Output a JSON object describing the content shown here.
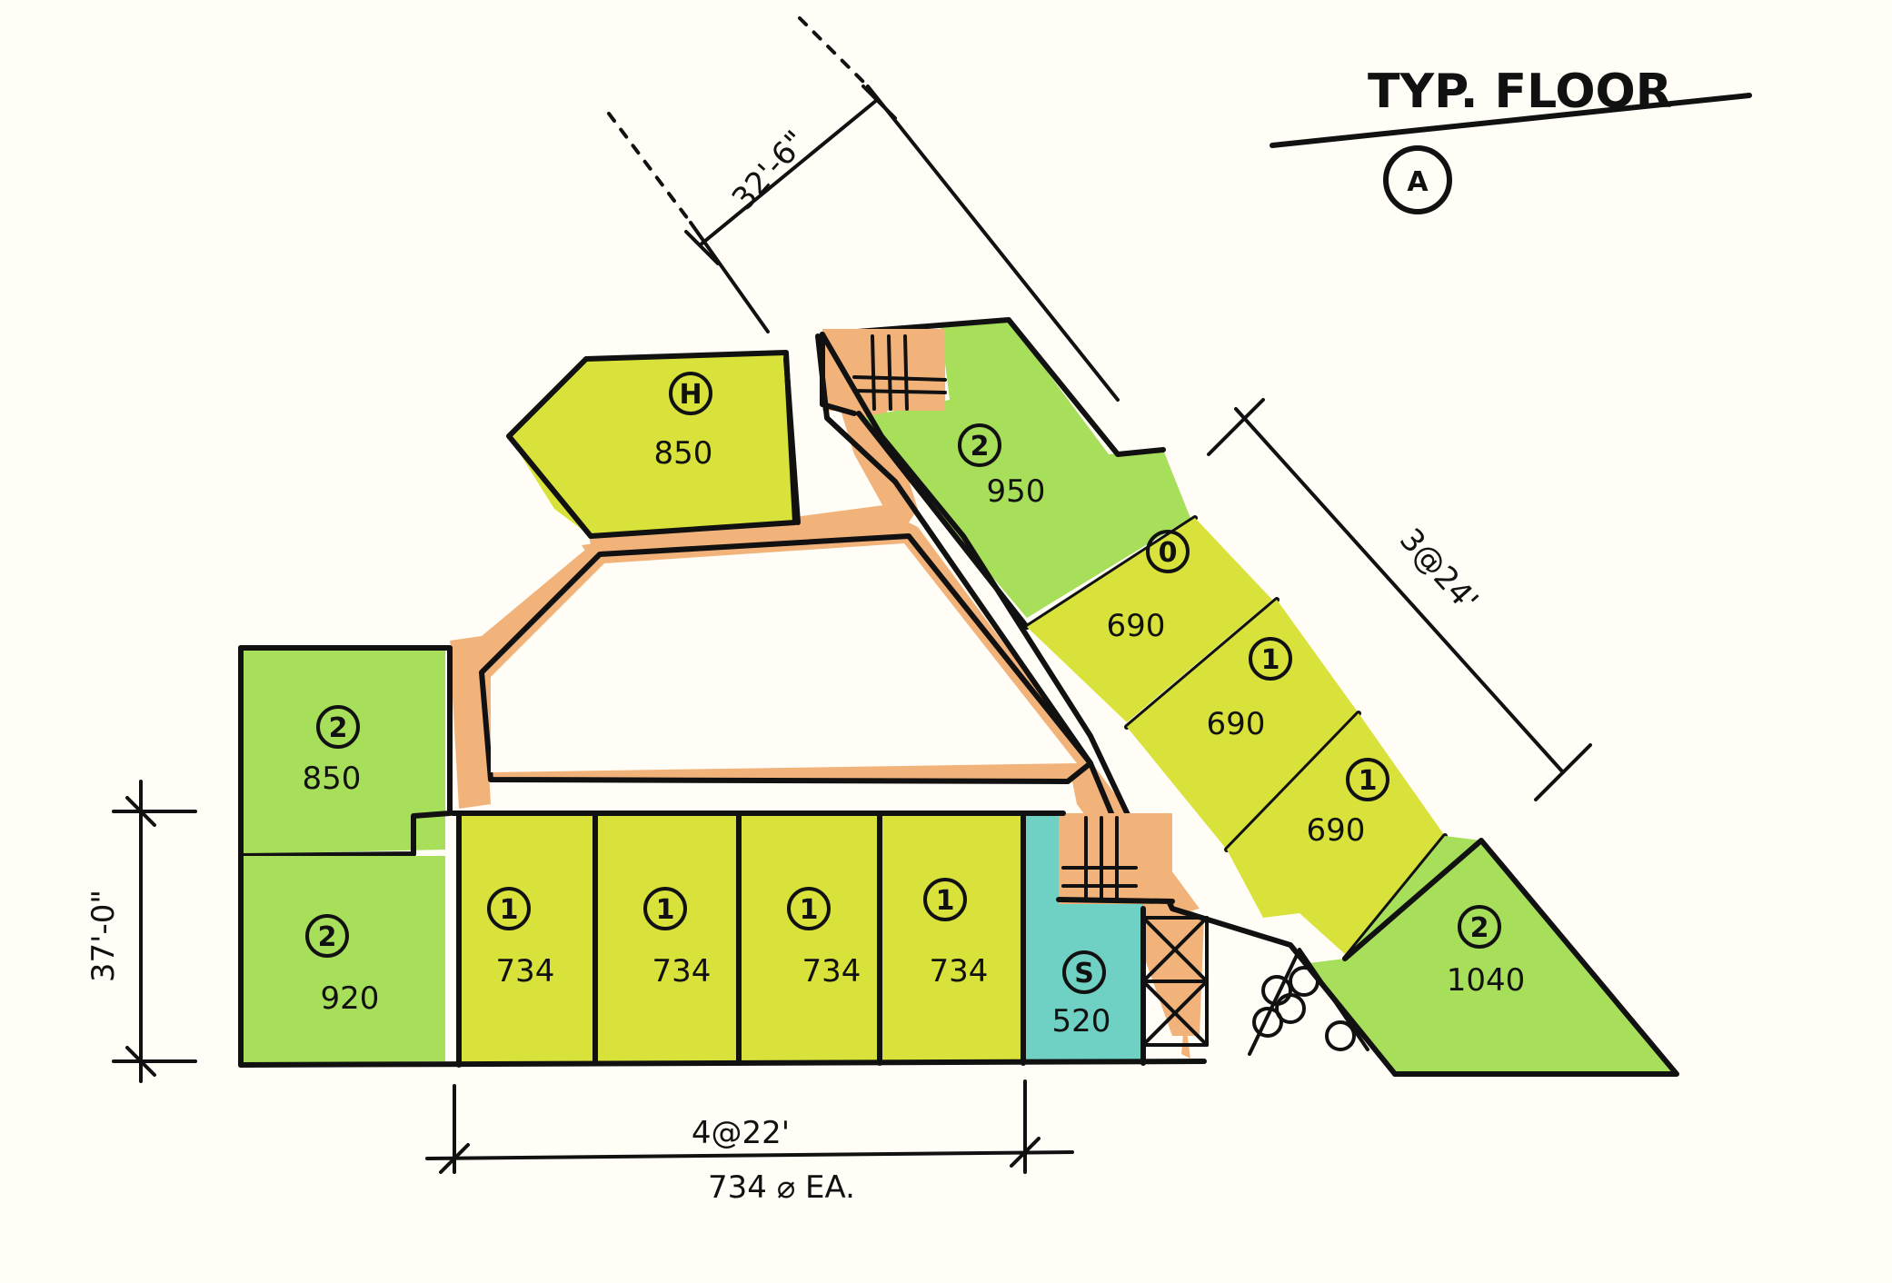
{
  "title": "TYP. FLOOR",
  "title_tag": "A",
  "dimensions": {
    "diagonal_top": "32'-6\"",
    "diagonal_right": "3@24'",
    "left_height": "37'-0\"",
    "bottom_span": "4@22'",
    "bottom_note": "734 ⌀ EA."
  },
  "units": {
    "top_left": {
      "tag": "H",
      "area": "850"
    },
    "top_right": {
      "tag": "2",
      "area": "950"
    },
    "right_1": {
      "tag": "0",
      "area": "690"
    },
    "right_2": {
      "tag": "1",
      "area": "690"
    },
    "right_3": {
      "tag": "1",
      "area": "690"
    },
    "right_end": {
      "tag": "2",
      "area": "1040"
    },
    "left_top": {
      "tag": "2",
      "area": "850"
    },
    "left_bot": {
      "tag": "2",
      "area": "920"
    },
    "bottom_1": {
      "tag": "1",
      "area": "734"
    },
    "bottom_2": {
      "tag": "1",
      "area": "734"
    },
    "bottom_3": {
      "tag": "1",
      "area": "734"
    },
    "bottom_4": {
      "tag": "1",
      "area": "734"
    },
    "studio": {
      "tag": "S",
      "area": "520"
    }
  },
  "colors": {
    "unit_one_bedroom": "#d9e23a",
    "unit_two_bedroom": "#a8df5a",
    "corridor": "#f2b37a",
    "studio": "#6fd0c4",
    "ink": "#111111"
  }
}
